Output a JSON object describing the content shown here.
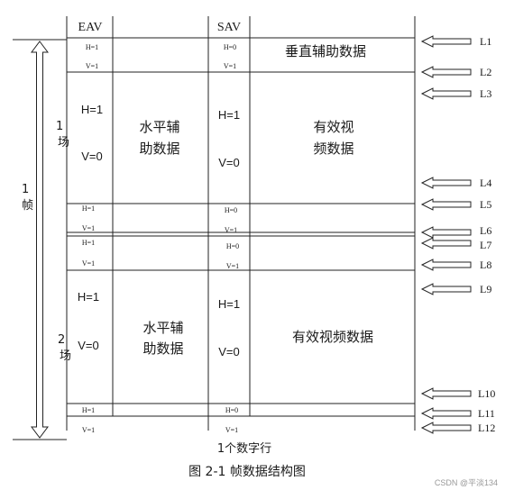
{
  "headers": {
    "eav": "EAV",
    "sav": "SAV"
  },
  "vertical_aux": "垂直辅助数据",
  "field1": {
    "label_num": "1",
    "label_char": "场",
    "h": "H=1",
    "v": "V=0",
    "h_sav": "H=1",
    "v_sav": "V=0",
    "horiz_aux": [
      "水平辅",
      "助数据"
    ],
    "active_video": [
      "有效视",
      "频数据"
    ]
  },
  "field2": {
    "label_num": "2",
    "label_char": "场",
    "h": "H=1",
    "v": "V=0",
    "h_sav": "H=1",
    "v_sav": "V=0",
    "horiz_aux": [
      "水平辅",
      "助数据"
    ],
    "active_video": "有效视频数据"
  },
  "frame_label": {
    "num": "1",
    "char": "帧"
  },
  "small_rows": [
    {
      "eav_h": "H=1",
      "eav_v": "V=1",
      "sav_h": "H=0",
      "sav_v": "V=1"
    },
    {
      "eav_h": "H=1",
      "eav_v": "V=1",
      "sav_h": "H=0",
      "sav_v": "V=1"
    },
    {
      "eav_h": "H=1",
      "eav_v": "V=1",
      "sav_h": "H=0",
      "sav_v": "V=1"
    },
    {
      "eav_h": "H=1",
      "eav_v": "V=1",
      "sav_h": "H=0",
      "sav_v": "V=1"
    }
  ],
  "line_labels": [
    "L1",
    "L2",
    "L3",
    "L4",
    "L5",
    "L6",
    "L7",
    "L8",
    "L9",
    "L10",
    "L11",
    "L12"
  ],
  "bottom_label": "1个数字行",
  "caption": "图 2-1 帧数据结构图",
  "watermark": "CSDN @平淡134"
}
